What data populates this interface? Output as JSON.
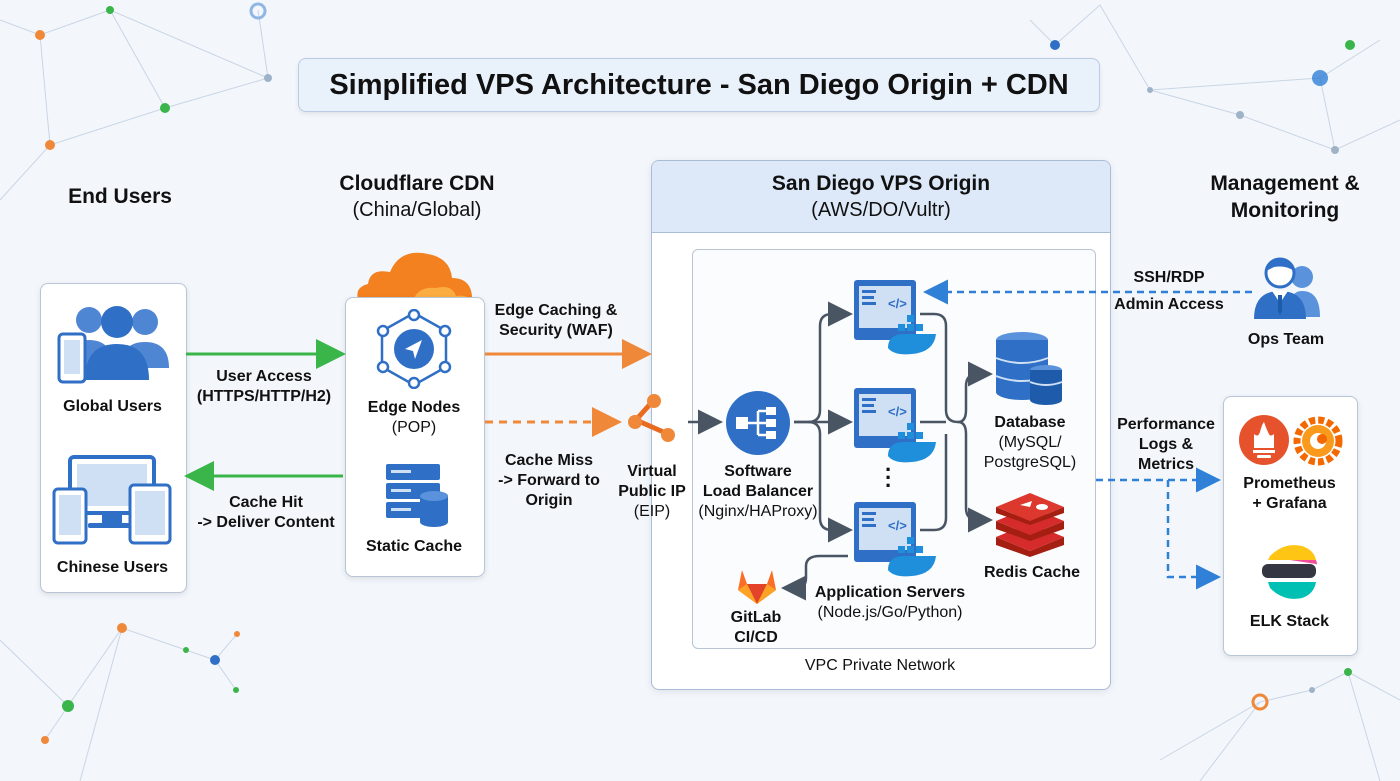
{
  "title": "Simplified VPS Architecture - San Diego Origin + CDN",
  "columns": {
    "end_users": "End Users",
    "cdn_title": "Cloudflare CDN",
    "cdn_sub": "(China/Global)",
    "origin_title": "San Diego VPS Origin",
    "origin_sub": "(AWS/DO/Vultr)",
    "mgmt_line1": "Management &",
    "mgmt_line2": "Monitoring"
  },
  "users": {
    "global": "Global Users",
    "chinese": "Chinese Users"
  },
  "cdn": {
    "edge_nodes": "Edge Nodes",
    "pop": "(POP)",
    "static_cache": "Static Cache"
  },
  "edges": {
    "user_access_1": "User Access",
    "user_access_2": "(HTTPS/HTTP/H2)",
    "cache_hit_1": "Cache Hit",
    "cache_hit_2": "-> Deliver Content",
    "edge_caching_1": "Edge Caching &",
    "edge_caching_2": "Security (WAF)",
    "cache_miss_1": "Cache Miss",
    "cache_miss_2": "-> Forward to",
    "cache_miss_3": "Origin",
    "ssh_1": "SSH/RDP",
    "ssh_2": "Admin Access",
    "perf_1": "Performance",
    "perf_2": "Logs &",
    "perf_3": "Metrics"
  },
  "network": {
    "vip_1": "Virtual",
    "vip_2": "Public IP",
    "vip_3": "(EIP)",
    "lb_1": "Software",
    "lb_2": "Load Balancer",
    "lb_3": "(Nginx/HAProxy)",
    "app_1": "Application Servers",
    "app_2": "(Node.js/Go/Python)",
    "db_1": "Database",
    "db_2": "(MySQL/",
    "db_3": "PostgreSQL)",
    "redis": "Redis Cache",
    "gitlab_1": "GitLab",
    "gitlab_2": "CI/CD",
    "vpc": "VPC Private Network"
  },
  "mgmt": {
    "ops": "Ops Team",
    "prom_1": "Prometheus",
    "prom_2": "+ Grafana",
    "elk": "ELK Stack"
  },
  "colors": {
    "green": "#3ab54a",
    "orange": "#f0883a",
    "blue_dash": "#2f80d6",
    "icon_blue": "#2f6fc6",
    "redis_red": "#d52b2b"
  },
  "icons": [
    "users-group-icon",
    "devices-icon",
    "cloudflare-cloud-icon",
    "edge-network-icon",
    "server-stack-icon",
    "public-ip-icon",
    "load-balancer-icon",
    "app-server-icon",
    "database-icon",
    "redis-icon",
    "gitlab-icon",
    "ops-team-icon",
    "prometheus-icon",
    "grafana-icon",
    "elk-icon"
  ]
}
